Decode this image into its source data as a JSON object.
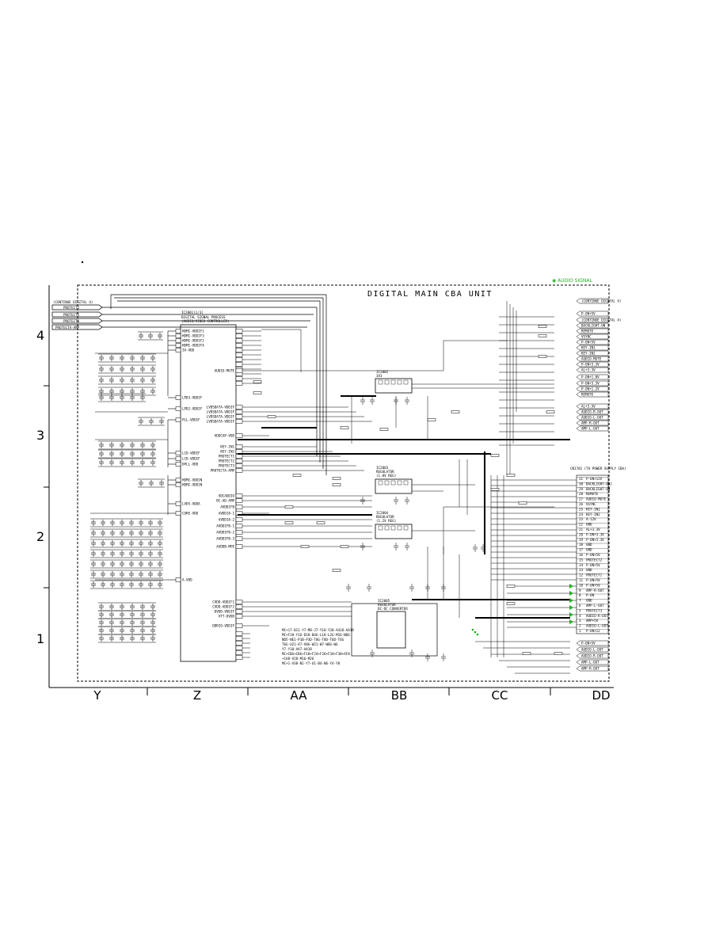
{
  "diagram": {
    "title": "DIGITAL MAIN CBA UNIT",
    "legend": "AUDIO SIGNAL",
    "row_labels": [
      "4",
      "3",
      "2",
      "1"
    ],
    "column_labels": [
      "Y",
      "Z",
      "AA",
      "BB",
      "CC",
      "DD"
    ],
    "main_ic": {
      "ref": "IC2001(1/3)",
      "lines": [
        "DIGITAL SIGNAL PROCESS",
        "(AUDIO/VIDEO CONTROLLER)"
      ],
      "left_pins": [
        "HDMI-VDDIF1",
        "HDMI-VDDIF3",
        "HDMI-VDDIF2",
        "HDMI-VDDIF4",
        "3V-VDD",
        "LPD3-VDDIF",
        "LPD2-VDDIF",
        "PLL-VDDIF",
        "LCD-VDDIF",
        "LCD-VDDIF",
        "DPLL-VDD",
        "HDMI-VDDIN",
        "HDMI-VDDIN",
        "LVDS-VDDA",
        "CORE-VDD",
        "A-VDD"
      ],
      "right_pins": [
        "AUDIO-MUTE",
        "LVDSDATA-VDDIF",
        "LVDSDATA-VDDIF",
        "LVDSDATA-VDDIF",
        "LVDSDATA-VDDIF",
        "VDDCAP-VDD",
        "KEY-IN1",
        "KEY-IN2",
        "PROTECT1",
        "PROTECT2",
        "PROTECT3",
        "PROTECTA-AMP",
        "VDCAUDIO",
        "BC-AD-AMP",
        "AVDDIFB",
        "AVDD18-1",
        "AVDD18-2",
        "AVDDIFB-1",
        "AVDDIFB-2",
        "AVDDIFB-3",
        "AVDDB-MPE",
        "CVDD-VDDIF1",
        "CVDD-VDDIF2",
        "DVDD-VDDIF",
        "VTT-DVDD",
        "DDRIO-VDDIF"
      ]
    },
    "regulators": [
      {
        "ref": "IC2002",
        "lines": [
          "3V3"
        ]
      },
      {
        "ref": "IC2003",
        "lines": [
          "REGULATOR",
          "(1.8V REG)"
        ]
      },
      {
        "ref": "IC2004",
        "lines": [
          "REGULATOR",
          "(1.2V REG)"
        ]
      },
      {
        "ref": "IC2005",
        "lines": [
          "REGULATOR",
          "DC-DC CONVERTER"
        ]
      }
    ],
    "bus_labels_left": [
      "(CONTINUE DIGITAL 4)",
      "PROTECT2",
      "PROTECT1",
      "PROTECT3",
      "PROTECTA-AMP"
    ],
    "connector_pins": [
      "P-ON+12V",
      "BACKLIGHT-ADJ",
      "BACKLIGHT-ON",
      "REMOTE",
      "AUDIO-MUTE",
      "VSYNC",
      "KEY-IN1",
      "KEY-IN2",
      "A-12V",
      "GND",
      "AL+3.3V",
      "P-ON+3.3V",
      "P-ON+3.3V",
      "GND",
      "GND",
      "P-ON+5V",
      "PROTECT2",
      "P-ON+5V",
      "GND",
      "PROTECT1",
      "P-ON+5V",
      "P-ON+5V",
      "AMP-R-OUT",
      "P-ON",
      "GND",
      "AMP-L-OUT",
      "PROTECT3",
      "AUDIO-R-OUT",
      "AMP+5V",
      "AUDIO-L-OUT",
      "P-ON+12"
    ],
    "right_labels": [
      "(CONTINUE DIGITAL 4)",
      "P-ON+5V",
      "(CONTINUE DIGITAL 4)",
      "BACKLIGHT-ON",
      "REMOTE",
      "VSYNC",
      "P-ON+5V",
      "KEY-IN1",
      "KEY-IN2",
      "AUDIO-MUTE",
      "P-ON+3.3V",
      "AL+3.3V",
      "P-ON+1.8V",
      "P-ON+3.3V",
      "P-ON+1.2V",
      "REMOTE",
      "AL+3.3V",
      "AUDIO-R-OUT",
      "AUDIO-L-OUT",
      "AMP-R-OUT",
      "AMP-L-OUT"
    ],
    "cable_label": "CN1701 (TO POWER SUPPLY CBA)",
    "notes": [
      "MC+17-011-Y7-M8-J7-Y18-Y20-A418-AA19",
      "MC+F18-Y16-D18-B4G-L18-L2G-M16-ND6",
      "ND5-NE1-P1B-P3D-T0G-T8D-T6D-T6G",
      "T6G-U21-V7-V8G-W21-W7-W8G-W6",
      "Y7-Y10-AA7-AA18",
      "MC+CBG+CBG+F18+F24+F26+F34+F38+AF8",
      "+1V8-V28-M16-M26",
      "MC+1-V38-N1-Y7-U1-B4-N6-Y4-Y8"
    ]
  }
}
